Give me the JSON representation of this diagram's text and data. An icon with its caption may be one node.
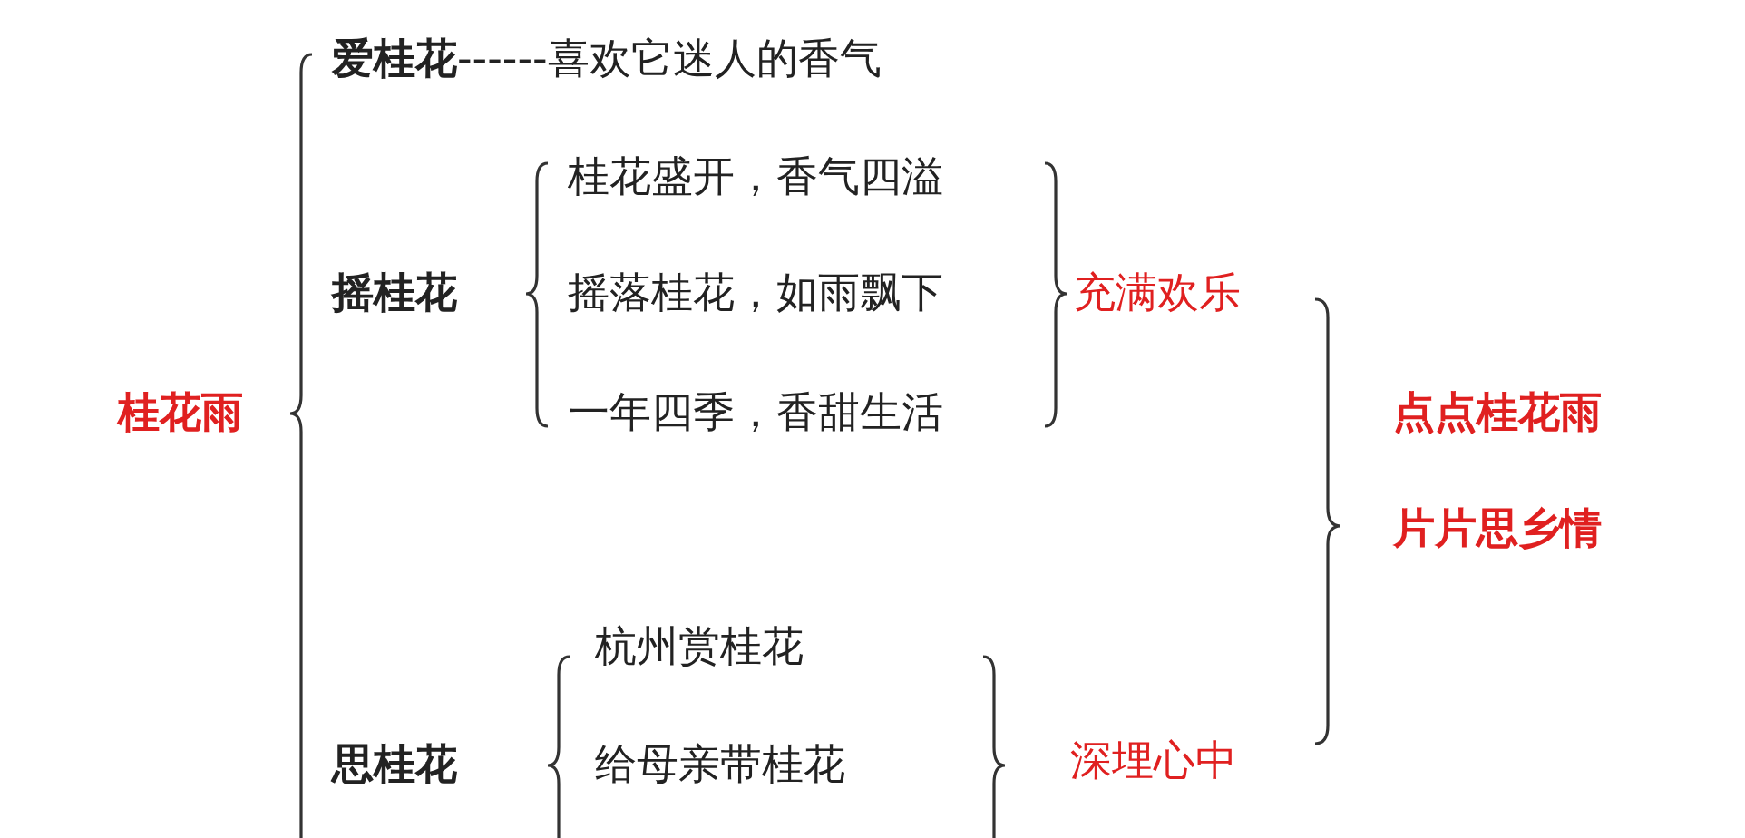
{
  "diagram": {
    "labels": [
      "桂花雨",
      "**爱桂花**------喜欢它迷人的香气",
      "摇桂花",
      "桂花盛开，香气四溢",
      "摇落桂花，如雨飘下",
      "一年四季，香甜生活",
      "充满欢乐",
      "点点桂花雨",
      "片片思乡情",
      "杭州赏桂花",
      "思桂花",
      "给母亲带桂花",
      "深埋心中"
    ]
  }
}
